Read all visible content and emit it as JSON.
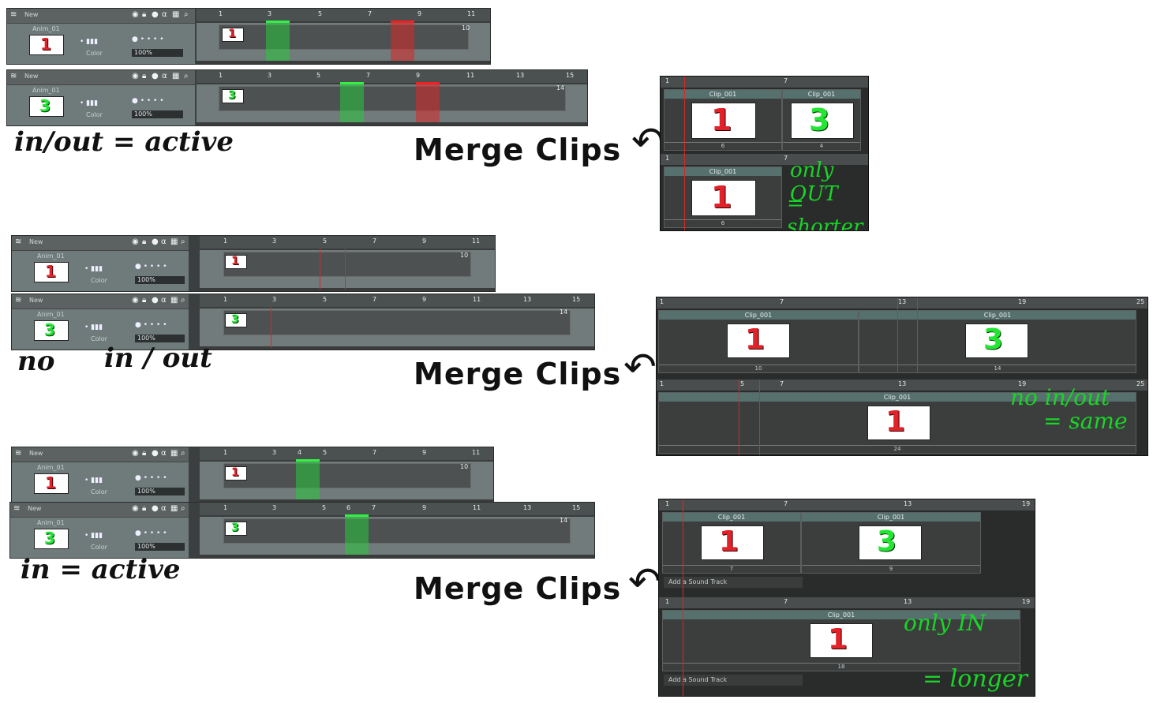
{
  "track_labels": {
    "layer": "New",
    "anim": "Anim_01",
    "color": "Color",
    "opacity": "100%"
  },
  "rows": [
    {
      "clip_a_ticks": [
        "1",
        "3",
        "5",
        "7",
        "9",
        "11"
      ],
      "clip_a_end": "10",
      "clip_b_ticks": [
        "1",
        "3",
        "5",
        "7",
        "9",
        "11",
        "13",
        "15"
      ],
      "clip_b_end": "14",
      "clip_a_ruler_hint": "1",
      "clip_b_ruler_hint": "1"
    },
    {
      "clip_a_ticks": [
        "1",
        "3",
        "5",
        "7",
        "9",
        "11"
      ],
      "clip_a_end": "10",
      "clip_b_ticks": [
        "1",
        "3",
        "5",
        "7",
        "9",
        "11",
        "13",
        "15"
      ],
      "clip_b_end": "14"
    },
    {
      "clip_a_ticks": [
        "1",
        "3",
        "4",
        "5",
        "7",
        "9",
        "11"
      ],
      "clip_a_end": "10",
      "clip_b_ticks": [
        "1",
        "3",
        "5",
        "6",
        "7",
        "9",
        "11",
        "13",
        "15"
      ],
      "clip_b_end": "14"
    }
  ],
  "digits": {
    "one": "1",
    "three": "3"
  },
  "annotations": {
    "row1": "in/out = active",
    "row2_no": "no",
    "row2_inout": "in / out",
    "row3": "in  =  active",
    "merge": "Merge Clips",
    "note1_a": "only OUT",
    "note1_b": "= shorter",
    "note2_a": "no  in/out",
    "note2_b": "= same",
    "note3_a": "only IN",
    "note3_b": "= longer !"
  },
  "result1": {
    "top_ticks": [
      "1",
      "7"
    ],
    "clip1": "Clip_001",
    "clip2": "Clip_001",
    "len1": "6",
    "len2": "4",
    "bottom_ticks": [
      "1",
      "7"
    ],
    "merged": "Clip_001",
    "merged_len": "6"
  },
  "result2": {
    "top_ticks": [
      "1",
      "7",
      "13",
      "19",
      "25"
    ],
    "clip1": "Clip_001",
    "clip2": "Clip_001",
    "len1": "10",
    "len2": "14",
    "bottom_ticks": [
      "1",
      "5",
      "7",
      "13",
      "19",
      "25"
    ],
    "merged": "Clip_001",
    "merged_len": "24"
  },
  "result3": {
    "top_ticks": [
      "1",
      "7",
      "13",
      "19"
    ],
    "clip1": "Clip_001",
    "clip2": "Clip_001",
    "len1": "7",
    "len2": "9",
    "sound": "Add a Sound Track",
    "bottom_ticks": [
      "1",
      "7",
      "13",
      "19"
    ],
    "merged": "Clip_001",
    "merged_len": "18"
  },
  "colors": {
    "red": "#e2222a",
    "green": "#22e633",
    "panel": "#2a2b2b"
  }
}
